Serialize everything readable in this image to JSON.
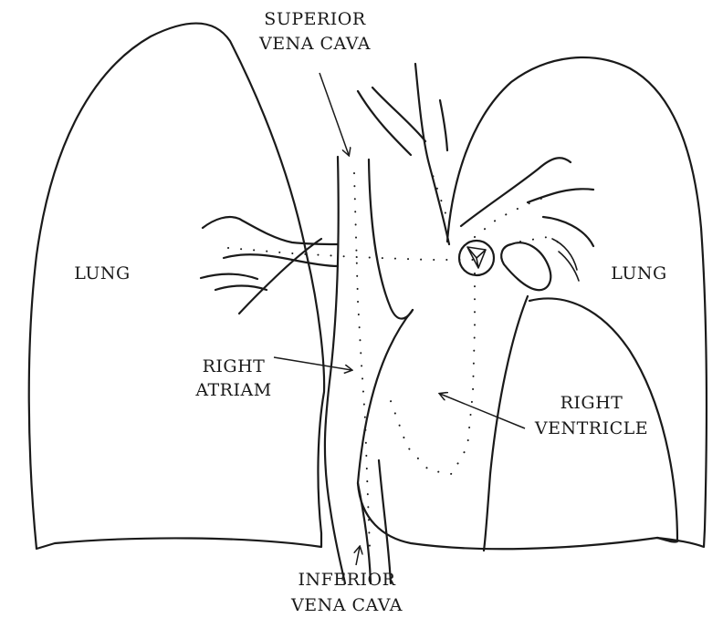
{
  "labels": {
    "superior_vena_cava_line1": "SUPERIOR",
    "superior_vena_cava_line2": "VENA CAVA",
    "inferior_vena_cava_line1": "INFERIOR",
    "inferior_vena_cava_line2": "VENA CAVA",
    "right_atrium_line1": "RIGHT",
    "right_atrium_line2": "ATRIAM",
    "right_ventricle_line1": "RIGHT",
    "right_ventricle_line2": "VENTRICLE",
    "lung_left": "LUNG",
    "lung_right": "LUNG"
  },
  "colors": {
    "ink": "#1a1a1a",
    "background": "#ffffff"
  }
}
